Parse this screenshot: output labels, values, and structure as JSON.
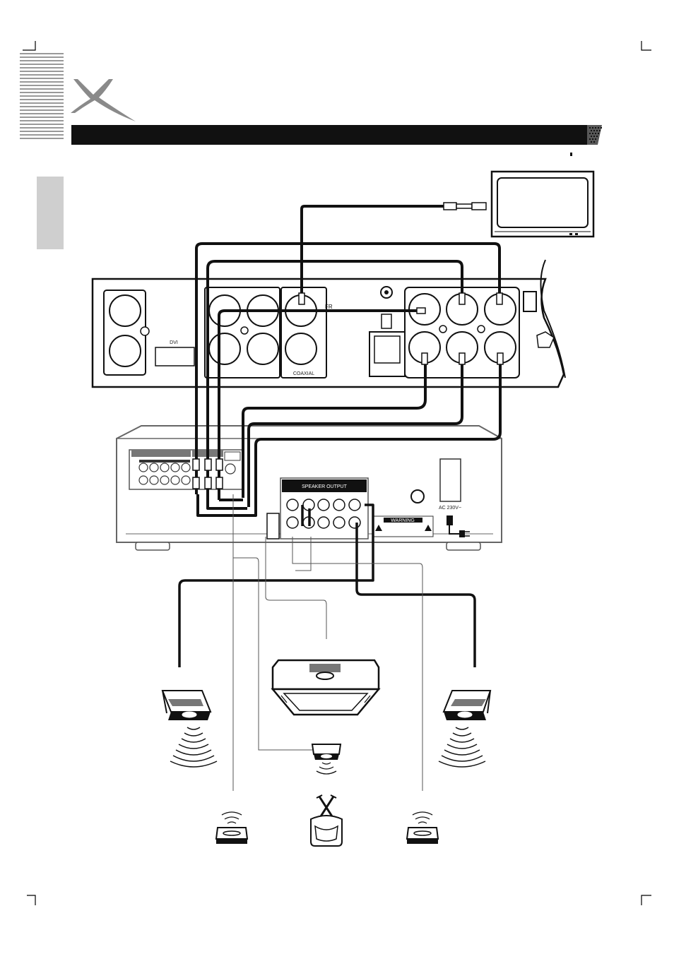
{
  "header": {
    "brand_mark": "X",
    "header_bar_color": "#111111",
    "tab_color": "#cfcfcf"
  },
  "labels": {
    "dvd_amp_port": "DVI",
    "dvd_coax": "COAXIAL",
    "dvd_jack_fr": "FR",
    "receiver_warning": "WARNING",
    "receiver_ac": "AC 230V~",
    "receiver_speaker_out": "SPEAKER OUTPUT"
  },
  "icons": [
    "brand-x-logo",
    "tv-icon",
    "dvd-player-icon",
    "receiver-icon",
    "speaker-icon",
    "subwoofer-icon",
    "power-plug-icon",
    "sound-wave-icon"
  ]
}
